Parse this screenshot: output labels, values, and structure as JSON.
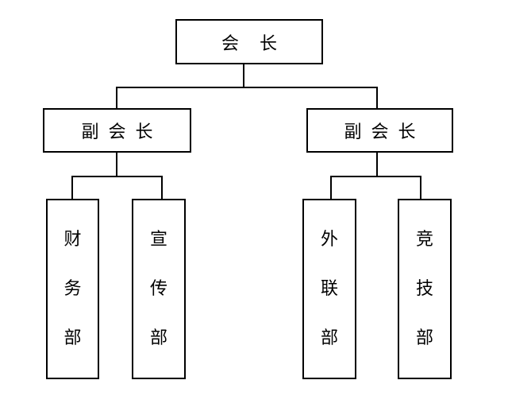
{
  "org_chart": {
    "president": {
      "label": "会长"
    },
    "vice_presidents": [
      {
        "label": "副会长",
        "departments": [
          {
            "chars": [
              "财",
              "务",
              "部"
            ]
          },
          {
            "chars": [
              "宣",
              "传",
              "部"
            ]
          }
        ]
      },
      {
        "label": "副会长",
        "departments": [
          {
            "chars": [
              "外",
              "联",
              "部"
            ]
          },
          {
            "chars": [
              "竞",
              "技",
              "部"
            ]
          }
        ]
      }
    ]
  }
}
